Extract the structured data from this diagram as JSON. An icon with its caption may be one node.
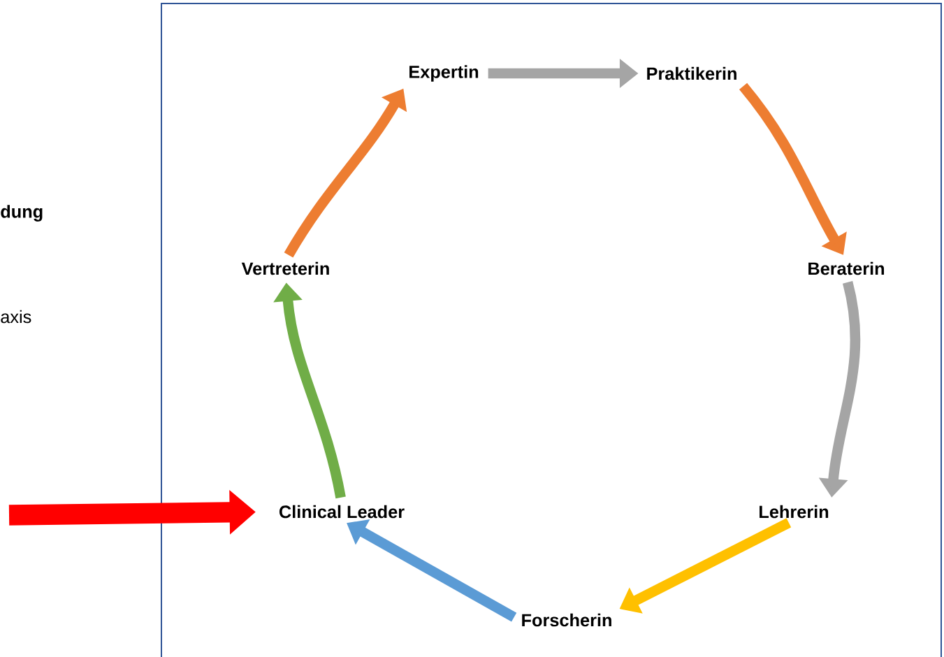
{
  "diagram": {
    "nodes": [
      {
        "text": [
          "Expertin"
        ]
      },
      {
        "text": [
          "Praktikerin"
        ]
      },
      {
        "text": [
          "Beraterin"
        ]
      },
      {
        "text": [
          "Lehrerin"
        ]
      },
      {
        "text": [
          "Forscherin"
        ]
      },
      {
        "text": [
          "Clinical Leader"
        ]
      },
      {
        "text": [
          "Vertreterin"
        ]
      }
    ],
    "edges": [
      {
        "from": 0,
        "to": 1,
        "arrow": "to",
        "color": "#a5a5a5"
      },
      {
        "from": 1,
        "to": 2,
        "arrow": "to",
        "color": "#ed7d31"
      },
      {
        "from": 2,
        "to": 3,
        "arrow": "to",
        "color": "#a5a5a5"
      },
      {
        "from": 3,
        "to": 4,
        "arrow": "to",
        "color": "#ffc000"
      },
      {
        "from": 4,
        "to": 5,
        "arrow": "to",
        "color": "#5b9bd5"
      },
      {
        "from": 5,
        "to": 6,
        "arrow": "to",
        "color": "#70ad47"
      },
      {
        "from": 6,
        "to": 0,
        "arrow": "to",
        "color": "#ed7d31"
      },
      {
        "from": null,
        "to": 5,
        "arrow": "to",
        "style": "thick",
        "color": "#ff0000"
      }
    ],
    "labels": [
      "dung",
      "axis"
    ]
  }
}
